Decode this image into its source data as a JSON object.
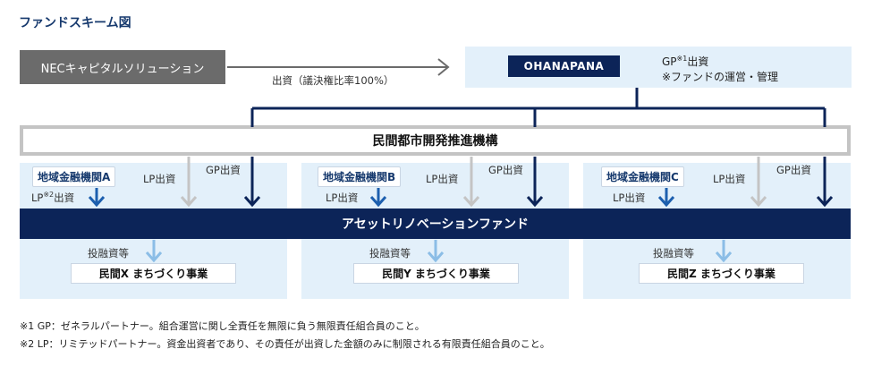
{
  "title": "ファンドスキーム図",
  "nec": {
    "label": "NECキャピタルソリューション"
  },
  "investment_label": "出資（議決権比率100%）",
  "ohanapana": {
    "label": "OHANAPANA"
  },
  "gp_note": {
    "line1_prefix": "GP",
    "line1_sup": "※1",
    "line1_suffix": "出資",
    "line2": "※ファンドの運営・管理"
  },
  "minkan": {
    "label": "民間都市開発推進機構"
  },
  "fund": {
    "label": "アセットリノベーションファンド"
  },
  "columns": [
    {
      "bank": "地域金融機関A",
      "bank_lp_prefix": "LP",
      "bank_lp_sup": "※2",
      "bank_lp_suffix": "出資",
      "lp_label": "LP出資",
      "gp_label": "GP出資",
      "finance_label": "投融資等",
      "project": "民間X まちづくり事業"
    },
    {
      "bank": "地域金融機関B",
      "bank_lp_prefix": "LP出資",
      "bank_lp_sup": "",
      "bank_lp_suffix": "",
      "lp_label": "LP出資",
      "gp_label": "GP出資",
      "finance_label": "投融資等",
      "project": "民間Y まちづくり事業"
    },
    {
      "bank": "地域金融機関C",
      "bank_lp_prefix": "LP出資",
      "bank_lp_sup": "",
      "bank_lp_suffix": "",
      "lp_label": "LP出資",
      "gp_label": "GP出資",
      "finance_label": "投融資等",
      "project": "民間Z まちづくり事業"
    }
  ],
  "footnotes": [
    "※1 GP：ゼネラルパートナー。組合運営に関し全責任を無限に負う無限責任組合員のこと。",
    "※2 LP：リミテッドパートナー。資金出資者であり、その責任が出資した金額のみに制限される有限責任組合員のこと。"
  ],
  "colors": {
    "navy": "#0c2458",
    "light_blue": "#e3f0fa",
    "gray_box": "#6b6b6b",
    "gray_arrow": "#c4c4c4",
    "blue_arrow": "#1d5fae",
    "light_arrow": "#8bbde6"
  }
}
